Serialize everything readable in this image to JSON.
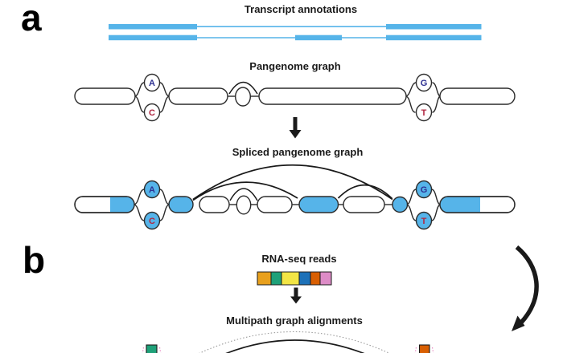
{
  "panel_labels": {
    "a": "a",
    "b": "b"
  },
  "titles": {
    "transcript_annotations": "Transcript annotations",
    "pangenome_graph": "Pangenome graph",
    "spliced_pangenome_graph": "Spliced pangenome graph",
    "rna_seq_reads": "RNA-seq reads",
    "multipath_graph_alignments": "Multipath graph alignments"
  },
  "variant_bubbles": {
    "snp1": {
      "top": "A",
      "bottom": "C"
    },
    "snp2": {
      "top": "G",
      "bottom": "T"
    }
  },
  "colors": {
    "exon_blue": "#56B4E9",
    "node_outline": "#2b2b2b",
    "allele_letter_blue": "#2E3192",
    "allele_letter_red": "#B02842",
    "arrow_black": "#1a1a1a",
    "read_green": "#1FA179",
    "read_orange_dark": "#D95F02",
    "trace_pink": "#E78AC3",
    "dotted_arc_gray": "#9b9b9b"
  },
  "rna_read_segments": [
    {
      "name": "orange",
      "color": "#E8A01D"
    },
    {
      "name": "green",
      "color": "#1FA179"
    },
    {
      "name": "yellow",
      "color": "#F2E545"
    },
    {
      "name": "blue",
      "color": "#1D71B8"
    },
    {
      "name": "dark-orange",
      "color": "#D95F02"
    },
    {
      "name": "pink",
      "color": "#DD8CC7"
    }
  ]
}
